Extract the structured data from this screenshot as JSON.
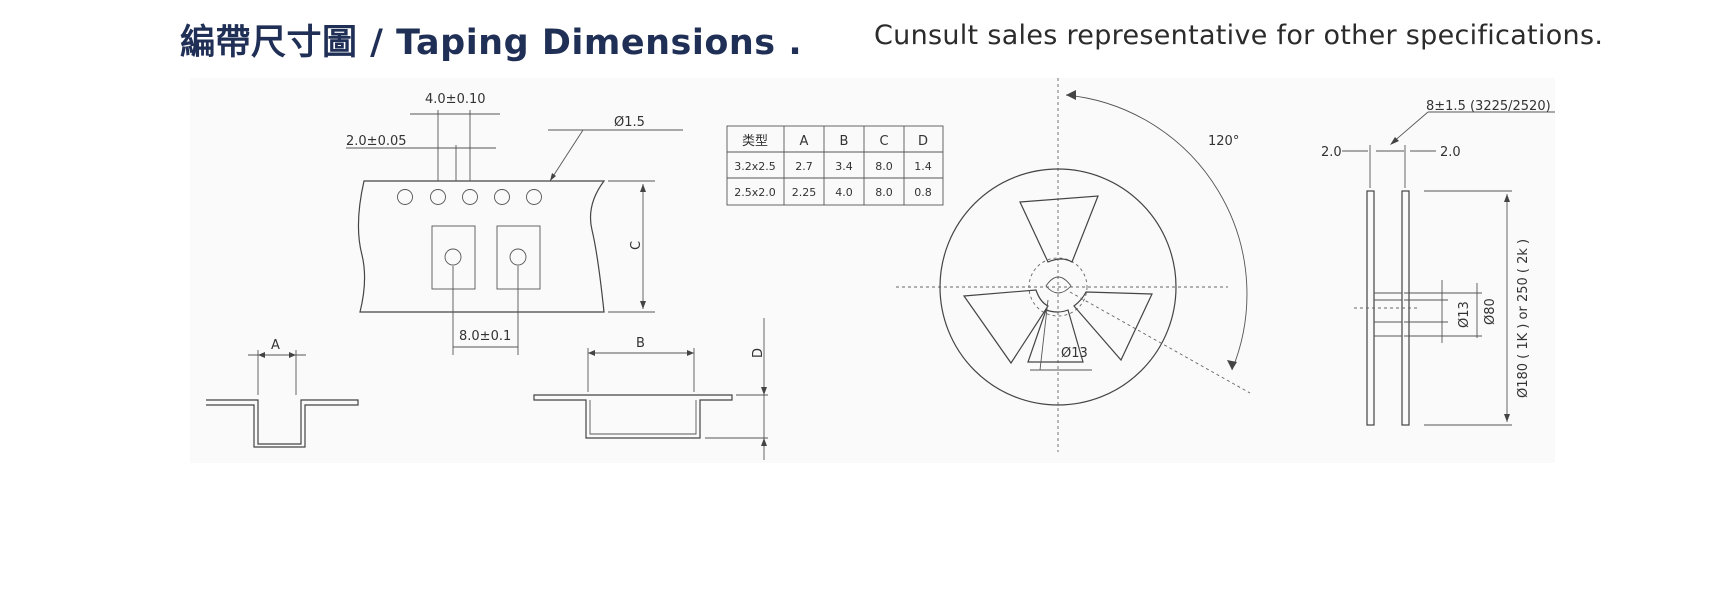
{
  "header": {
    "title": "編帶尺寸圖 / Taping Dimensions .",
    "note": "Cunsult sales representative for other specifications."
  },
  "tape": {
    "pitch_hole": "4.0±0.10",
    "hole_offset": "2.0±0.05",
    "hole_dia": "Ø1.5",
    "width_label": "C",
    "pocket_pitch": "8.0±0.1",
    "a_label": "A",
    "b_label": "B",
    "d_label": "D"
  },
  "table": {
    "headers": [
      "类型",
      "A",
      "B",
      "C",
      "D"
    ],
    "rows": [
      [
        "3.2x2.5",
        "2.7",
        "3.4",
        "8.0",
        "1.4"
      ],
      [
        "2.5x2.0",
        "2.25",
        "4.0",
        "8.0",
        "0.8"
      ]
    ]
  },
  "reel_front": {
    "angle": "120°",
    "hub_dia": "Ø13"
  },
  "reel_side": {
    "flange_gap": "8±1.5  (3225/2520)",
    "left_thick": "2.0",
    "right_thick": "2.0",
    "d13": "Ø13",
    "d80": "Ø80",
    "d_outer": "Ø180 ( 1K ) or 250 ( 2k )"
  }
}
